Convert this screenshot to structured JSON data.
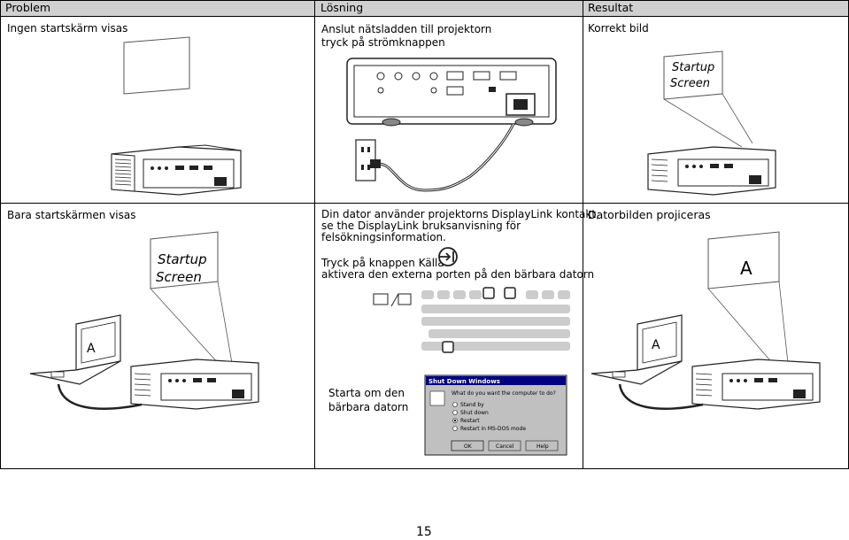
{
  "headers": {
    "problem": "Problem",
    "solution": "Lösning",
    "result": "Resultat"
  },
  "row1": {
    "problem": "Ingen startskärm visas",
    "solution_line1": "Anslut nätsladden till projektorn",
    "solution_line2": "tryck på strömknappen",
    "result": "Korrekt bild",
    "screen_line1": "Startup",
    "screen_line2": "Screen"
  },
  "row2": {
    "problem": "Bara startskärmen visas",
    "problem_screen_line1": "Startup",
    "problem_screen_line2": "Screen",
    "laptop_letter": "A",
    "solution_p1_line1": "Din dator använder projektorns DisplayLink kontakt,",
    "solution_p1_line2": "se the DisplayLink bruksanvisning för",
    "solution_p1_line3": "felsökningsinformation.",
    "solution_p2_line1": "Tryck på knappen Källa",
    "solution_p2_line2": "aktivera den externa porten på den bärbara datorn",
    "restart_line1": "Starta om den",
    "restart_line2": "bärbara datorn",
    "result": "Datorbilden projiceras",
    "result_screen_letter": "A",
    "result_laptop_letter": "A"
  },
  "dialog": {
    "title": "Shut Down Windows",
    "question": "What do you want the computer to do?",
    "options": [
      "Stand by",
      "Shut down",
      "Restart",
      "Restart in MS-DOS mode"
    ],
    "buttons": [
      "OK",
      "Cancel",
      "Help"
    ]
  },
  "page_number": "15"
}
